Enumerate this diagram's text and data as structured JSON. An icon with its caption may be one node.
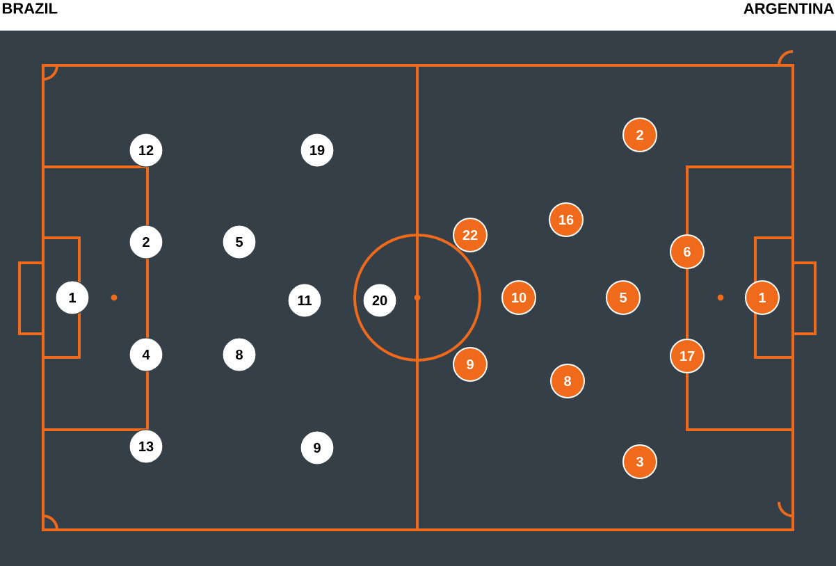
{
  "diagram": {
    "nodes": [
      {
        "text": [
          "1"
        ]
      },
      {
        "text": [
          "12"
        ]
      },
      {
        "text": [
          "2"
        ]
      },
      {
        "text": [
          "4"
        ]
      },
      {
        "text": [
          "13"
        ]
      },
      {
        "text": [
          "5"
        ]
      },
      {
        "text": [
          "8"
        ]
      },
      {
        "text": [
          "19"
        ]
      },
      {
        "text": [
          "11"
        ]
      },
      {
        "text": [
          "9"
        ]
      },
      {
        "text": [
          "20"
        ]
      },
      {
        "text": [
          "22"
        ]
      },
      {
        "text": [
          "9"
        ]
      },
      {
        "text": [
          "10"
        ]
      },
      {
        "text": [
          "16"
        ]
      },
      {
        "text": [
          "8"
        ]
      },
      {
        "text": [
          "2"
        ]
      },
      {
        "text": [
          "5"
        ]
      },
      {
        "text": [
          "3"
        ]
      },
      {
        "text": [
          "6"
        ]
      },
      {
        "text": [
          "17"
        ]
      },
      {
        "text": [
          "1"
        ]
      }
    ],
    "labels": [
      "BRAZIL",
      "ARGENTINA"
    ]
  }
}
